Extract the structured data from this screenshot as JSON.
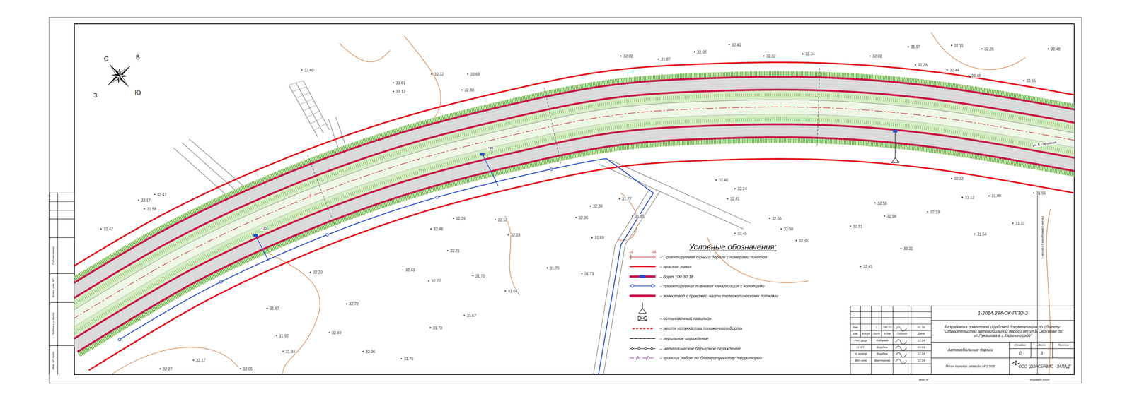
{
  "diagram": {
    "labels": [
      "Условные обозначения:",
      "15",
      "16",
      "С",
      "В",
      "З",
      "Ю",
      "ул. Б.Окружная",
      "Линия совмещения с листом 1",
      "8",
      "+20",
      "+26",
      "33.60",
      "33.61",
      "33.12",
      "32.72",
      "33.69",
      "32.38",
      "32.02",
      "31.97",
      "32.02",
      "32.41",
      "32.32",
      "32.34",
      "32.02",
      "31.97",
      "32.28",
      "32.11",
      "32.44",
      "32.26",
      "32.48",
      "32.48",
      "32.55",
      "32.42",
      "32.17",
      "32.47",
      "31.58",
      "32.27",
      "32.17",
      "32.05",
      "31.67",
      "31.92",
      "31.94",
      "32.20",
      "32.72",
      "32.49",
      "32.36",
      "31.75",
      "31.73",
      "31.67",
      "31.70",
      "32.43",
      "32.22",
      "32.21",
      "32.48",
      "32.29",
      "32.12",
      "32.28",
      "31.64",
      "31.70",
      "31.73",
      "31.69",
      "32.35",
      "32.38",
      "31.77",
      "31.85",
      "32.46",
      "32.24",
      "32.61",
      "32.66",
      "32.45",
      "32.50",
      "32.35",
      "32.51",
      "32.41",
      "32.58",
      "32.58",
      "32.21",
      "32.19",
      "32.32",
      "32.12",
      "31.54",
      "31.90",
      "31.31",
      "31.56",
      "1-2014.384-ОК-ППО-2",
      "Разработка проектной и рабочей документации по объекту: \"Строительство автомобильной дороги от ул.Б.Окружная до ул.Лукашова в г.Калининграде\"",
      "Зам.",
      "-",
      "1",
      "183-15",
      "01.16",
      "Изм.",
      "Кол.уч",
      "Лист",
      "N док",
      "Подпись",
      "Дата",
      "Ген. фир.",
      "Кобанев",
      "12.14",
      "ГИП",
      "Бордюк",
      "12.14",
      "Н. контр",
      "Бордюк",
      "12.14",
      "Вед.инж",
      "Викторова",
      "12.14",
      "Автомобильные дороги",
      "Стадия",
      "Лист",
      "Листов",
      "П",
      "3",
      "План полосы отвода М 1:500",
      "ООО \"ДОРСЕРВИС - ЗАПАД\"",
      "Инв. N°",
      "Формат А4х4",
      "Согласовано",
      "Взам. инв. N°",
      "Подпись и дата",
      "Инв. N° подл."
    ],
    "legend": [
      {
        "text": "– Проектируемая трасса дороги с номерами пикетов"
      },
      {
        "text": "– красная линия"
      },
      {
        "text": "– борт 100.30.18"
      },
      {
        "text": "– проектируемая ливневая канализация с колодцами"
      },
      {
        "text": "– водоотвод с проезжей части телескопическими лотками"
      },
      {
        "text": "– остановочный павильон"
      },
      {
        "text": "– места устройства пониженного борта"
      },
      {
        "text": "– перильное ограждение"
      },
      {
        "text": "– металлическое барьерное ограждение"
      },
      {
        "text": "– граница работ по благоустройству территории"
      }
    ]
  }
}
